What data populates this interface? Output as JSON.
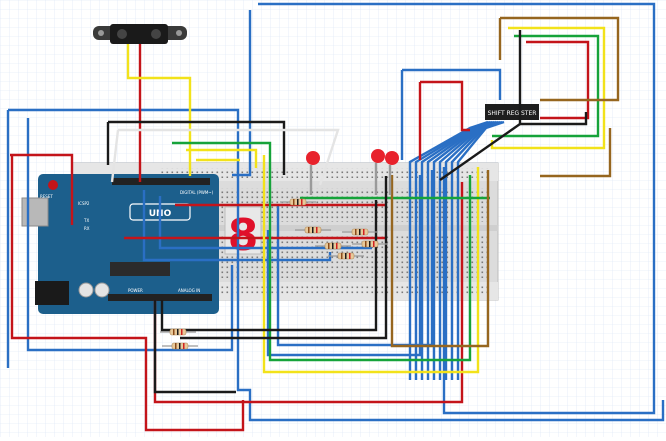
{
  "canvas": {
    "background": "#ffffff",
    "grid_color": "#d7e3f4"
  },
  "components": {
    "arduino": {
      "brand_text": "UNO",
      "reset_label": "RESET",
      "icsp_label": "ICSP2",
      "tx_label": "TX",
      "rx_label": "RX",
      "digital_label": "DIGITAL (PWM~)",
      "analog_label": "ANALOG IN",
      "power_label": "POWER",
      "board_color": "#1c5f8c"
    },
    "shift_register": {
      "label": "SHIFT REGISTER"
    },
    "distance_sensor": {
      "name": "IR distance sensor"
    },
    "seven_segment": {
      "digit": "8",
      "color": "#e0102a"
    },
    "leds": {
      "count": 3,
      "color": "#e8222c"
    },
    "resistors": {
      "count": 8
    }
  },
  "wire_colors": {
    "red": "#c4141a",
    "blue": "#2a6fc4",
    "yellow": "#f2e21a",
    "green": "#16a33a",
    "black": "#1a1a1a",
    "brown": "#96661f",
    "white": "#e4e4e4"
  }
}
